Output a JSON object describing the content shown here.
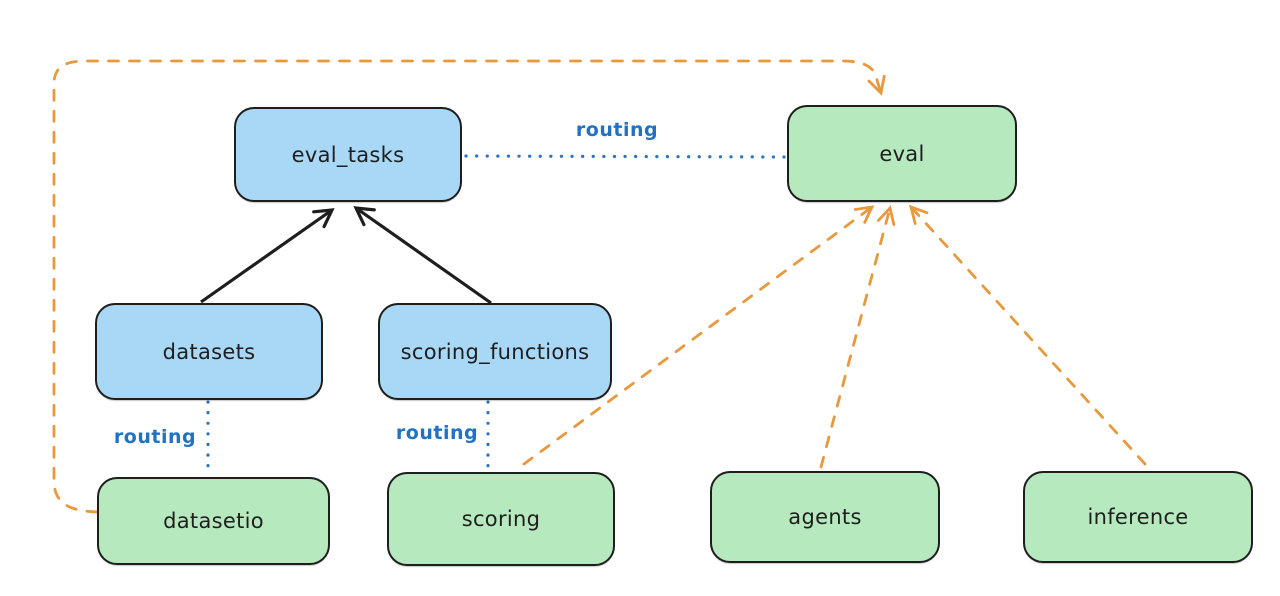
{
  "diagram": {
    "background": "#ffffff",
    "nodes": {
      "eval_tasks": {
        "label": "eval_tasks",
        "fill": "#a9d7f6"
      },
      "datasets": {
        "label": "datasets",
        "fill": "#a9d7f6"
      },
      "scoring_functions": {
        "label": "scoring_functions",
        "fill": "#a9d7f6"
      },
      "eval": {
        "label": "eval",
        "fill": "#b7e9bf"
      },
      "datasetio": {
        "label": "datasetio",
        "fill": "#b7e9bf"
      },
      "scoring": {
        "label": "scoring",
        "fill": "#b7e9bf"
      },
      "agents": {
        "label": "agents",
        "fill": "#b7e9bf"
      },
      "inference": {
        "label": "inference",
        "fill": "#b7e9bf"
      }
    },
    "edge_labels": {
      "eval_tasks_to_eval": "routing",
      "datasets_to_datasetio": "routing",
      "scoring_functions_to_scoring": "routing"
    },
    "edges": [
      {
        "from": "datasets",
        "to": "eval_tasks",
        "style": "solid-black-arrow"
      },
      {
        "from": "scoring_functions",
        "to": "eval_tasks",
        "style": "solid-black-arrow"
      },
      {
        "from": "eval_tasks",
        "to": "eval",
        "style": "dotted-blue-line",
        "label": "routing"
      },
      {
        "from": "datasets",
        "to": "datasetio",
        "style": "dotted-blue-line",
        "label": "routing"
      },
      {
        "from": "scoring_functions",
        "to": "scoring",
        "style": "dotted-blue-line",
        "label": "routing"
      },
      {
        "from": "datasetio",
        "to": "eval",
        "style": "dashed-orange-arrow",
        "note": "routes around left and top edges"
      },
      {
        "from": "scoring",
        "to": "eval",
        "style": "dashed-orange-arrow"
      },
      {
        "from": "agents",
        "to": "eval",
        "style": "dashed-orange-arrow"
      },
      {
        "from": "inference",
        "to": "eval",
        "style": "dashed-orange-arrow"
      }
    ],
    "colors": {
      "node_blue": "#a9d7f6",
      "node_green": "#b7e9bf",
      "stroke": "#1e1e1e",
      "routing_blue": "#2d74c4",
      "orange": "#e8993e",
      "background": "#ffffff"
    }
  }
}
